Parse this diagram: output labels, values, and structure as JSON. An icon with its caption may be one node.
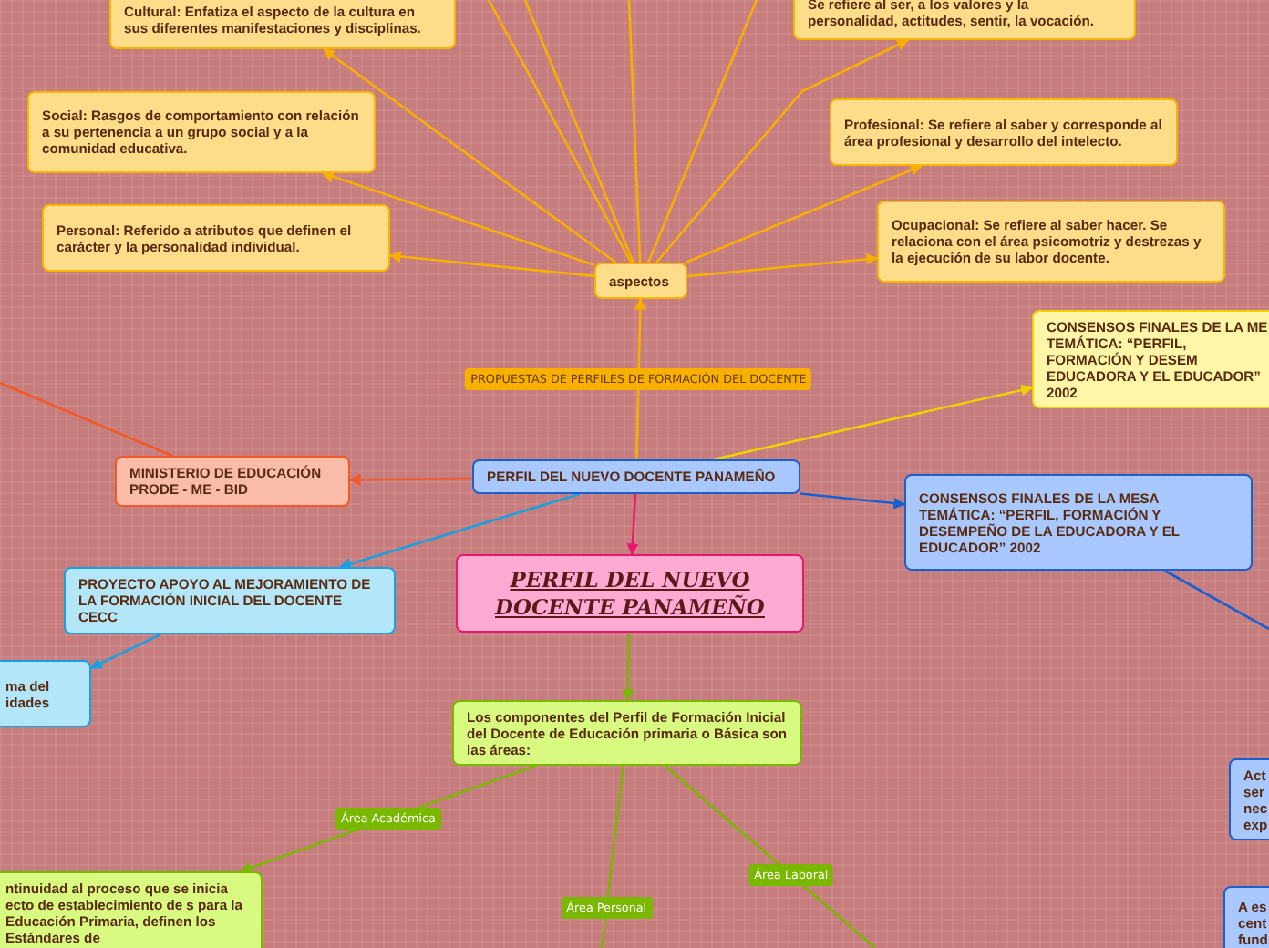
{
  "diagram": {
    "nodes": [
      {
        "text": [
          "Cultural: Enfatiza el aspecto de la cultura en sus diferentes manifestaciones y disciplinas."
        ]
      },
      {
        "text": [
          "Se refiere al ser, a los valores y la personalidad, actitudes, sentir, la vocación."
        ]
      },
      {
        "text": [
          "Social: Rasgos de comportamiento con relación a su pertenencia a un grupo social y a la comunidad educativa."
        ]
      },
      {
        "text": [
          "Profesional: Se refiere al saber y corresponde al área profesional y desarrollo del intelecto."
        ]
      },
      {
        "text": [
          "Personal: Referido a atributos que definen el carácter y la personalidad individual."
        ]
      },
      {
        "text": [
          "Ocupacional: Se refiere al saber hacer. Se relaciona con el área psicomotriz y destrezas y la ejecución de su labor docente."
        ]
      },
      {
        "text": [
          "aspectos"
        ]
      },
      {
        "text": [
          "CONSENSOS FINALES DE LA ME TEMÁTICA: “PERFIL, FORMACIÓN Y DESEM EDUCADORA Y EL EDUCADOR” 2002"
        ]
      },
      {
        "text": [
          "MINISTERIO DE EDUCACIÓN PRODE - ME - BID"
        ]
      },
      {
        "text": [
          "PERFIL DEL NUEVO DOCENTE PANAMEÑO"
        ]
      },
      {
        "text": [
          "CONSENSOS FINALES DE LA MESA TEMÁTICA: “PERFIL, FORMACIÓN Y DESEMPEÑO DE LA EDUCADORA Y EL EDUCADOR” 2002"
        ]
      },
      {
        "text": [
          "PROYECTO APOYO AL MEJORAMIENTO DE LA FORMACIÓN INICIAL DEL DOCENTE CECC"
        ]
      },
      {
        "text": [
          "PERFIL DEL NUEVO DOCENTE PANAMEÑO"
        ]
      },
      {
        "text": [
          "ma del idades"
        ]
      },
      {
        "text": [
          "Los componentes del Perfil de Formación Inicial del Docente de Educación primaria o Básica son las áreas:"
        ]
      },
      {
        "text": [
          "Act ser nec exp"
        ]
      },
      {
        "text": [
          "A es cent fund"
        ]
      },
      {
        "text": [
          "ntinuidad al proceso que se inicia ecto de establecimiento de s para la Educación Primaria, definen los Estándares de"
        ]
      }
    ],
    "edges": [
      {
        "from": 9,
        "to": 6,
        "arrow": "to",
        "label": "PROPUESTAS DE PERFILES DE FORMACIÓN DEL DOCENTE"
      },
      {
        "from": 6,
        "to": 0,
        "arrow": "to"
      },
      {
        "from": 6,
        "to": 1,
        "arrow": "to"
      },
      {
        "from": 6,
        "to": 2,
        "arrow": "to"
      },
      {
        "from": 6,
        "to": 3,
        "arrow": "to"
      },
      {
        "from": 6,
        "to": 4,
        "arrow": "to"
      },
      {
        "from": 6,
        "to": 5,
        "arrow": "to"
      },
      {
        "from": 6,
        "to": null,
        "arrow": "none"
      },
      {
        "from": 6,
        "to": null,
        "arrow": "none"
      },
      {
        "from": 6,
        "to": null,
        "arrow": "none"
      },
      {
        "from": 6,
        "to": null,
        "arrow": "none"
      },
      {
        "from": 9,
        "to": 7,
        "arrow": "to",
        "color": "#f0d000"
      },
      {
        "from": 9,
        "to": 8,
        "arrow": "to",
        "color": "#f05a28"
      },
      {
        "from": 8,
        "to": null,
        "arrow": "none",
        "color": "#f05a28"
      },
      {
        "from": 9,
        "to": 10,
        "arrow": "to",
        "color": "#1a5fd0"
      },
      {
        "from": 9,
        "to": 11,
        "arrow": "to",
        "color": "#1aa0e0"
      },
      {
        "from": 11,
        "to": 13,
        "arrow": "to",
        "color": "#1aa0e0"
      },
      {
        "from": 9,
        "to": 12,
        "arrow": "to",
        "color": "#e8186e"
      },
      {
        "from": 12,
        "to": 14,
        "arrow": "to",
        "color": "#7ab800"
      },
      {
        "from": 14,
        "to": 17,
        "arrow": "to",
        "label": "Área Académica",
        "color": "#7ab800"
      },
      {
        "from": 14,
        "to": null,
        "arrow": "none",
        "label": "Área Personal",
        "color": "#7ab800"
      },
      {
        "from": 14,
        "to": null,
        "arrow": "none",
        "label": "Área Laboral",
        "color": "#7ab800"
      },
      {
        "from": 10,
        "to": null,
        "arrow": "none",
        "color": "#1a5fd0"
      }
    ]
  }
}
